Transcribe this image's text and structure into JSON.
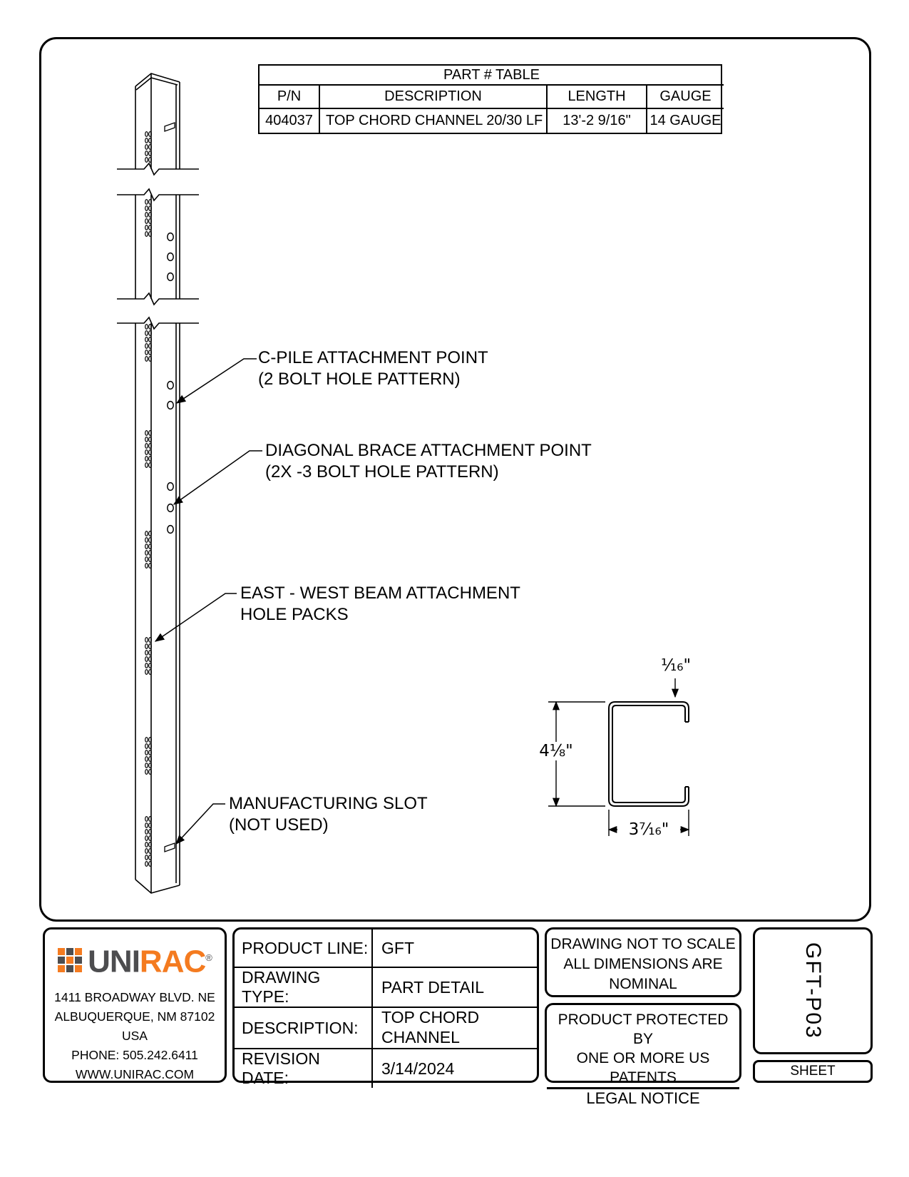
{
  "brand": {
    "orange": "#F47B20",
    "dark_gray": "#4D4D4F"
  },
  "part_table": {
    "title": "PART # TABLE",
    "headers": [
      "P/N",
      "DESCRIPTION",
      "LENGTH",
      "GAUGE"
    ],
    "row": {
      "pn": "404037",
      "description": "TOP CHORD CHANNEL 20/30 LF",
      "length": "13'-2 9/16\"",
      "gauge": "14 GAUGE"
    }
  },
  "callouts": {
    "c_pile": {
      "line1": "C-PILE ATTACHMENT POINT",
      "line2": "(2 BOLT HOLE PATTERN)"
    },
    "diag_brace": {
      "line1": "DIAGONAL BRACE ATTACHMENT POINT",
      "line2": "(2X -3 BOLT HOLE PATTERN)"
    },
    "east_west": {
      "line1": "EAST - WEST BEAM ATTACHMENT",
      "line2": "HOLE PACKS"
    },
    "mfg_slot": {
      "line1": "MANUFACTURING SLOT",
      "line2": "(NOT USED)"
    }
  },
  "section": {
    "dim_thickness": "¹⁄₁₆\"",
    "dim_height": "4⅛\"",
    "dim_width": "3⁷⁄₁₆\""
  },
  "title_block": {
    "logo": {
      "uni": "UNI",
      "rac": "RAC",
      "reg": "®"
    },
    "address": [
      "1411 BROADWAY BLVD. NE",
      "ALBUQUERQUE, NM 87102 USA",
      "PHONE: 505.242.6411",
      "WWW.UNIRAC.COM"
    ],
    "fields": {
      "product_line_label": "PRODUCT LINE:",
      "product_line": "GFT",
      "drawing_type_label": "DRAWING TYPE:",
      "drawing_type": "PART DETAIL",
      "description_label": "DESCRIPTION:",
      "description": "TOP CHORD CHANNEL",
      "revision_label": "REVISION DATE:",
      "revision": "3/14/2024"
    },
    "scale_note": [
      "DRAWING NOT TO SCALE",
      "ALL DIMENSIONS ARE",
      "NOMINAL"
    ],
    "patent_note": [
      "PRODUCT PROTECTED BY",
      "ONE OR MORE US PATENTS"
    ],
    "legal_notice": "LEGAL NOTICE",
    "sheet_code": "GFT-P03",
    "sheet_label": "SHEET"
  }
}
